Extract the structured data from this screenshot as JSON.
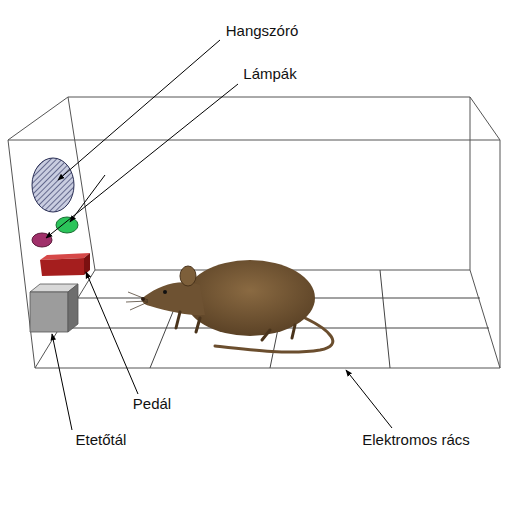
{
  "diagram": {
    "labels": [
      "Hangszóró",
      "Lámpák",
      "Pedál",
      "Etetőtál",
      "Elektromos rács"
    ]
  }
}
